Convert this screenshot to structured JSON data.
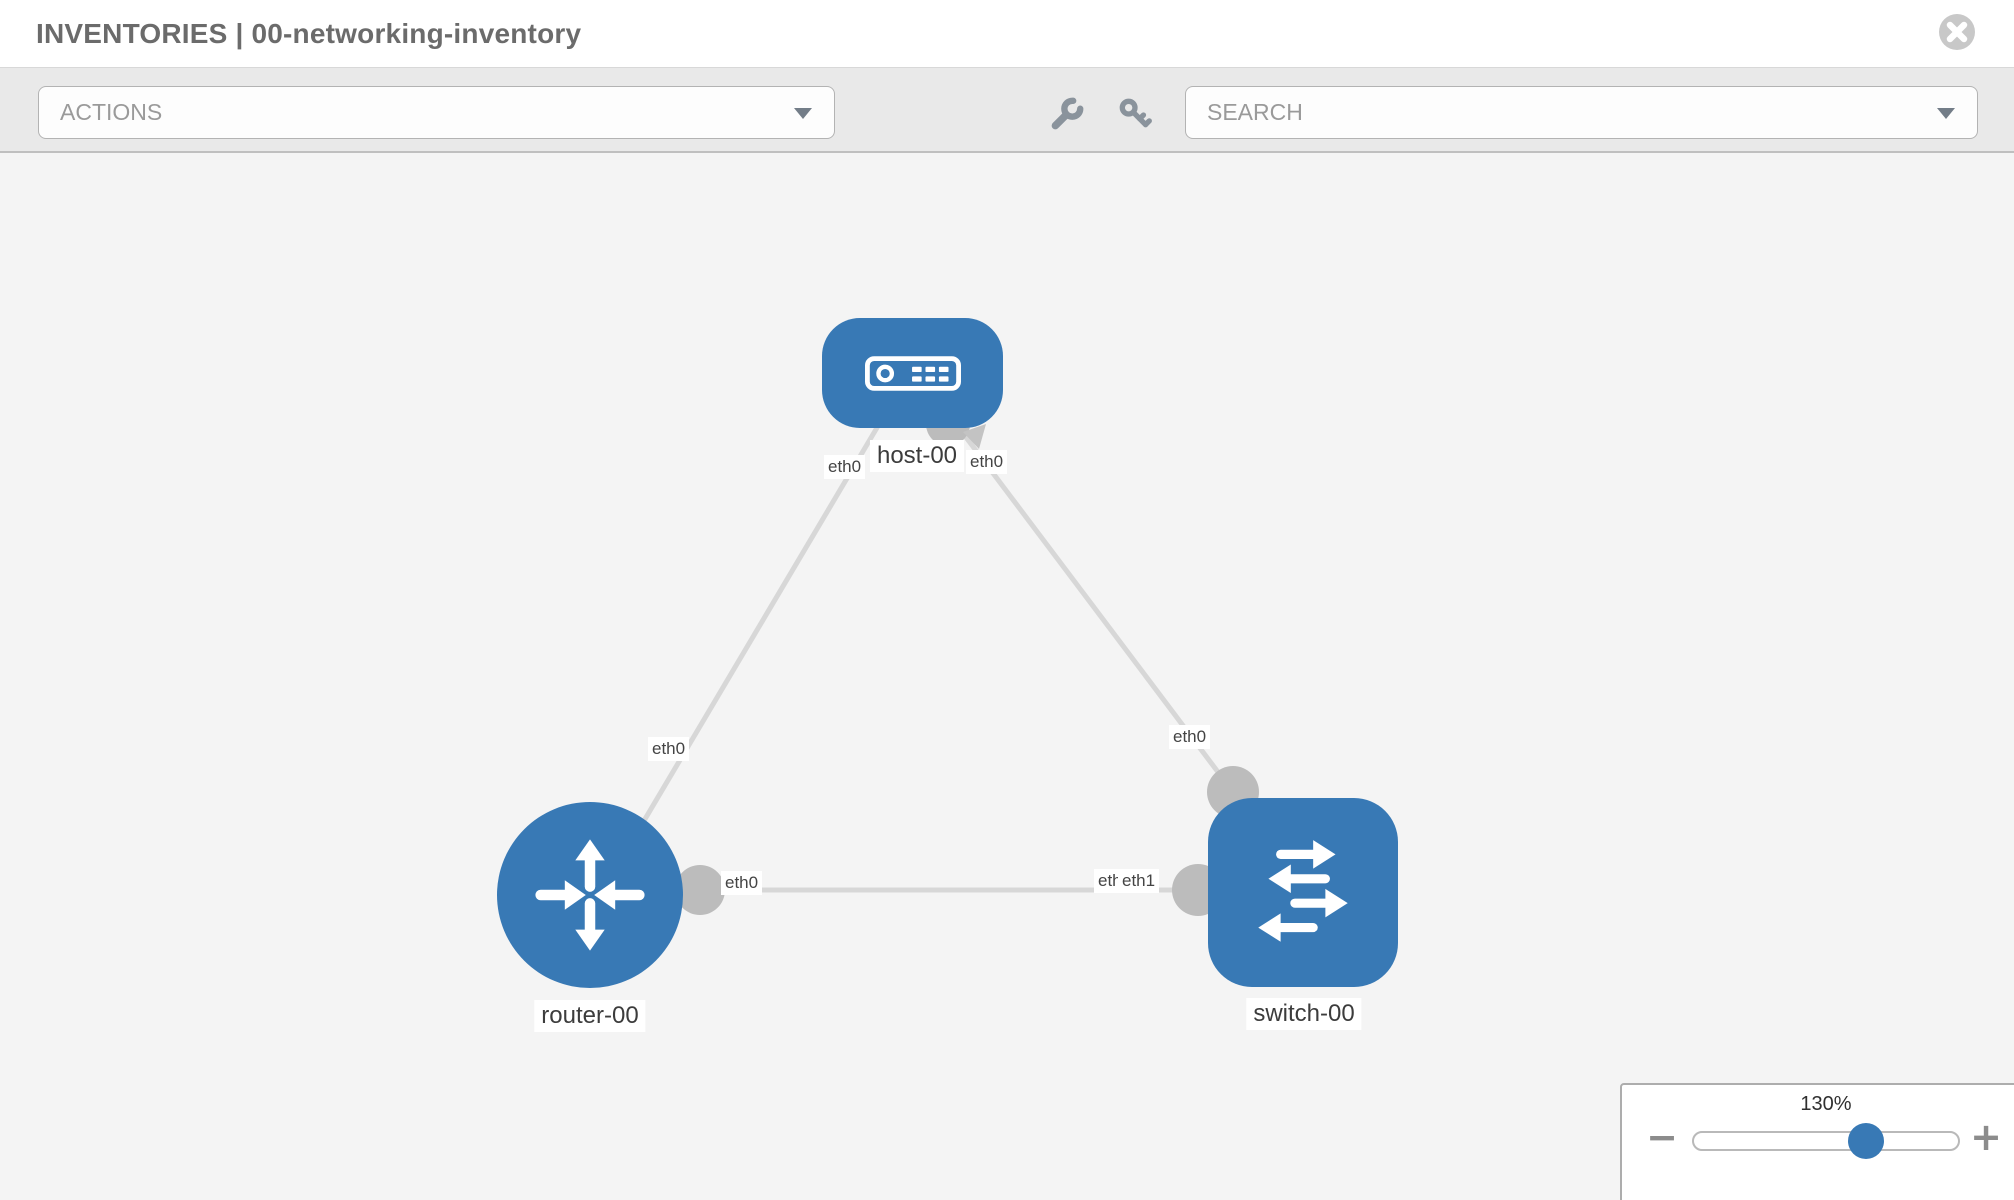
{
  "header": {
    "title": "INVENTORIES | 00-networking-inventory"
  },
  "toolbar": {
    "actions_label": "ACTIONS",
    "search_label": "SEARCH",
    "wrench_icon": "wrench-icon",
    "key_icon": "key-icon"
  },
  "topology": {
    "nodes": [
      {
        "id": "host-00",
        "type": "host",
        "label": "host-00",
        "icon": "server-icon"
      },
      {
        "id": "router-00",
        "type": "router",
        "label": "router-00",
        "icon": "router-arrows-icon"
      },
      {
        "id": "switch-00",
        "type": "switch",
        "label": "switch-00",
        "icon": "switch-arrows-icon"
      }
    ],
    "links": [
      {
        "from": "host-00",
        "to": "router-00"
      },
      {
        "from": "host-00",
        "to": "switch-00"
      },
      {
        "from": "router-00",
        "to": "switch-00"
      }
    ],
    "interface_labels": [
      {
        "text": "eth0",
        "at": "host-00-left"
      },
      {
        "text": "eth0",
        "at": "host-00-right"
      },
      {
        "text": "eth0",
        "at": "host-router-link"
      },
      {
        "text": "eth0",
        "at": "host-switch-link"
      },
      {
        "text": "eth0",
        "at": "router-00-port"
      },
      {
        "text": "eth0",
        "at": "switch-00-port-under"
      },
      {
        "text": "eth1",
        "at": "switch-00-port"
      }
    ]
  },
  "zoom_control": {
    "level": "130%",
    "minus_label": "−",
    "plus_label": "+"
  },
  "colors": {
    "node_blue": "#3879b5",
    "link_gray": "#d7d7d7",
    "port_gray": "#bcbcbc",
    "toolbar_gray": "#e9e9e9",
    "knob_blue": "#3879b5"
  }
}
